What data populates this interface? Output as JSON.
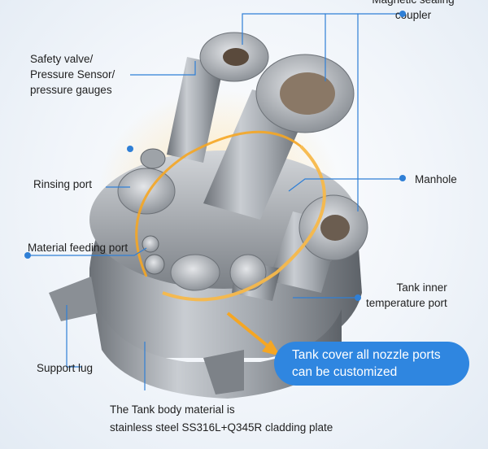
{
  "labels": {
    "magnetic_coupler": "Magnetic sealing coupler",
    "safety_valve_line1": "Safety valve/",
    "safety_valve_line2": "Pressure Sensor/",
    "safety_valve_line3": "pressure gauges",
    "rinsing_port": "Rinsing port",
    "manhole": "Manhole",
    "material_feeding_port": "Material feeding port",
    "tank_inner_line1": "Tank inner",
    "tank_inner_line2": "temperature port",
    "support_lug": "Support lug",
    "tank_body_line1": "The Tank body material is",
    "tank_body_line2": "stainless steel SS316L+Q345R cladding plate"
  },
  "callout": {
    "line1": "Tank cover all nozzle ports",
    "line2": "can be customized"
  },
  "colors": {
    "accent": "#2f86e0",
    "leader": "#2f7fd6",
    "glow": "#f5a623"
  }
}
